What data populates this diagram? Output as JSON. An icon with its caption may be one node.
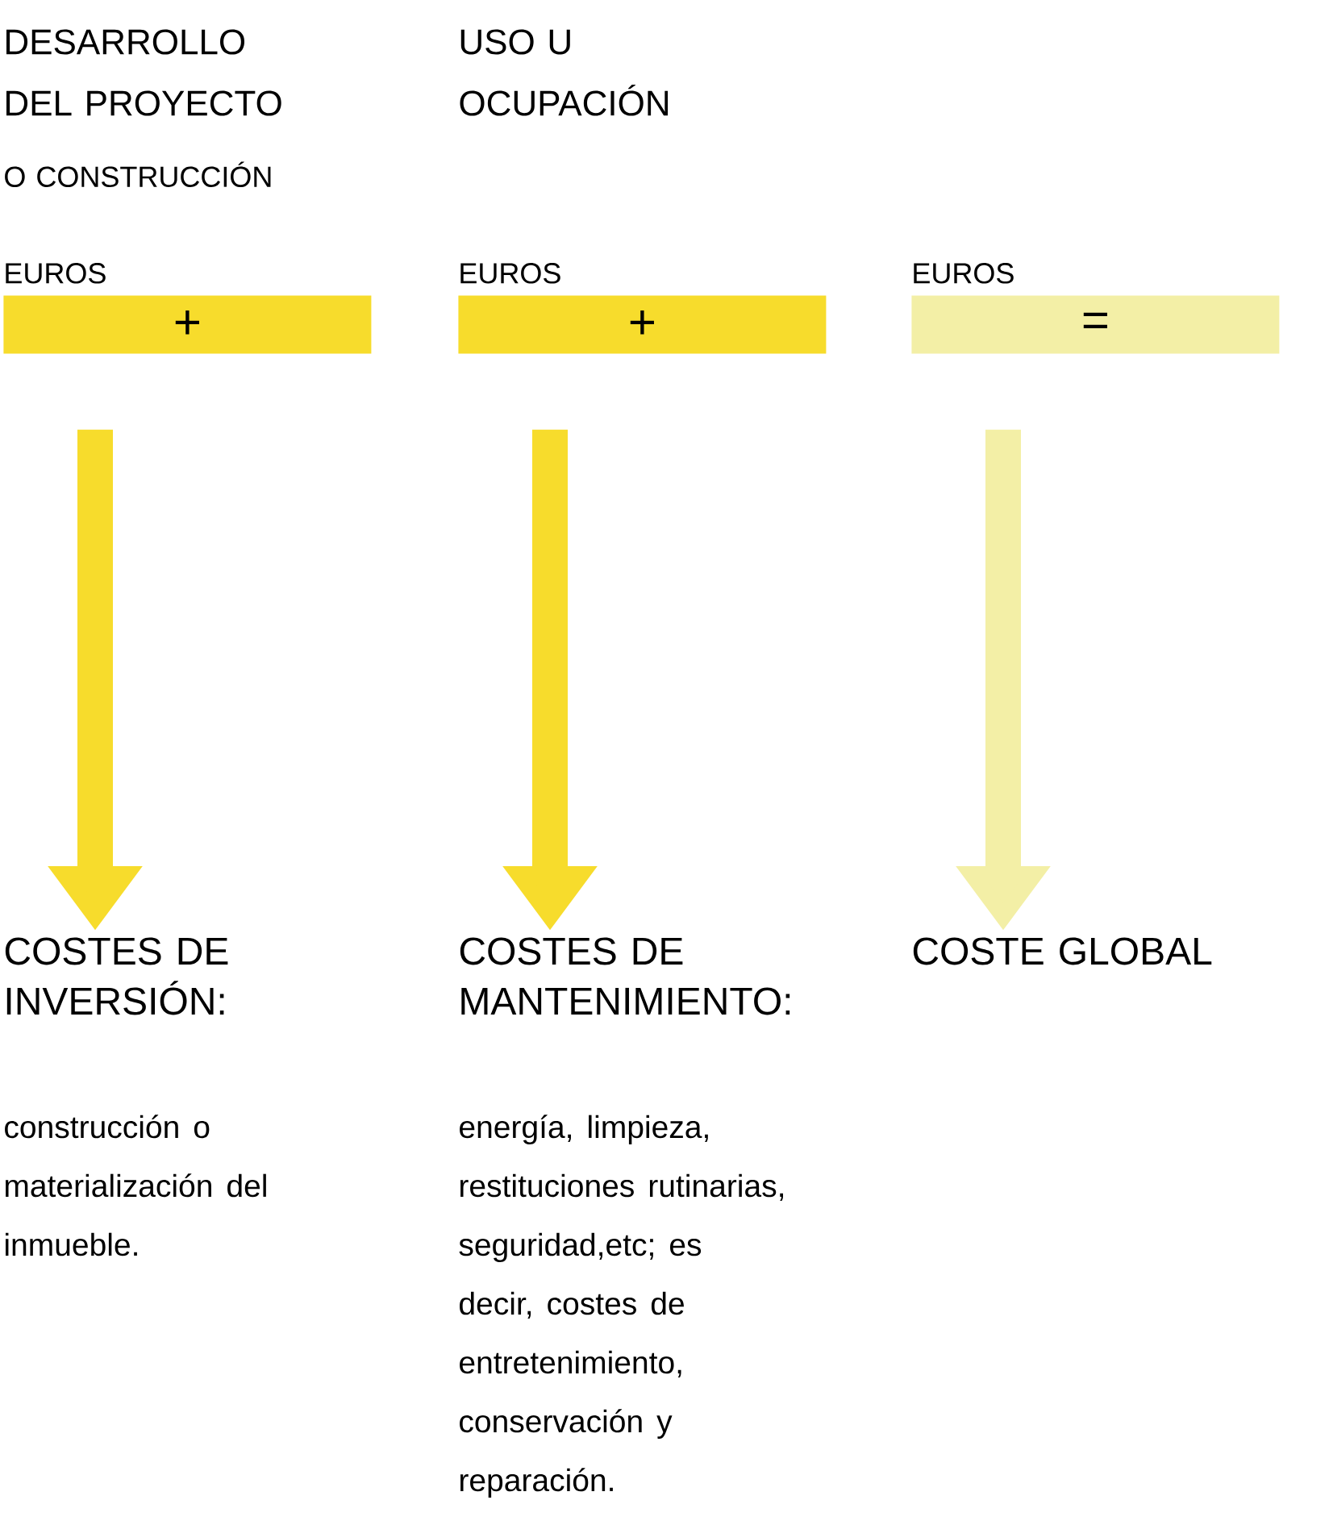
{
  "diagram": {
    "nodes": [
      {
        "text": [
          "EUROS",
          "+"
        ]
      },
      {
        "text": [
          "EUROS",
          "+"
        ]
      },
      {
        "text": [
          "EUROS",
          "="
        ]
      },
      {
        "text": [
          "COSTES DE INVERSIÓN:",
          "construcción o materialización del inmueble."
        ]
      },
      {
        "text": [
          "COSTES DE MANTENIMIENTO:",
          "energía, limpieza, restituciones rutinarias, seguridad,etc; es decir, costes de entretenimiento, conservación y reparación."
        ]
      },
      {
        "text": [
          "COSTE GLOBAL"
        ]
      }
    ],
    "edges": [
      {
        "from": 0,
        "to": 3,
        "arrow": "to"
      },
      {
        "from": 1,
        "to": 4,
        "arrow": "to"
      },
      {
        "from": 2,
        "to": 5,
        "arrow": "to",
        "color": "#f3efa6"
      }
    ],
    "labels": [
      "DESARROLLO DEL PROYECTO",
      "O CONSTRUCCIÓN",
      "USO U OCUPACIÓN"
    ]
  }
}
